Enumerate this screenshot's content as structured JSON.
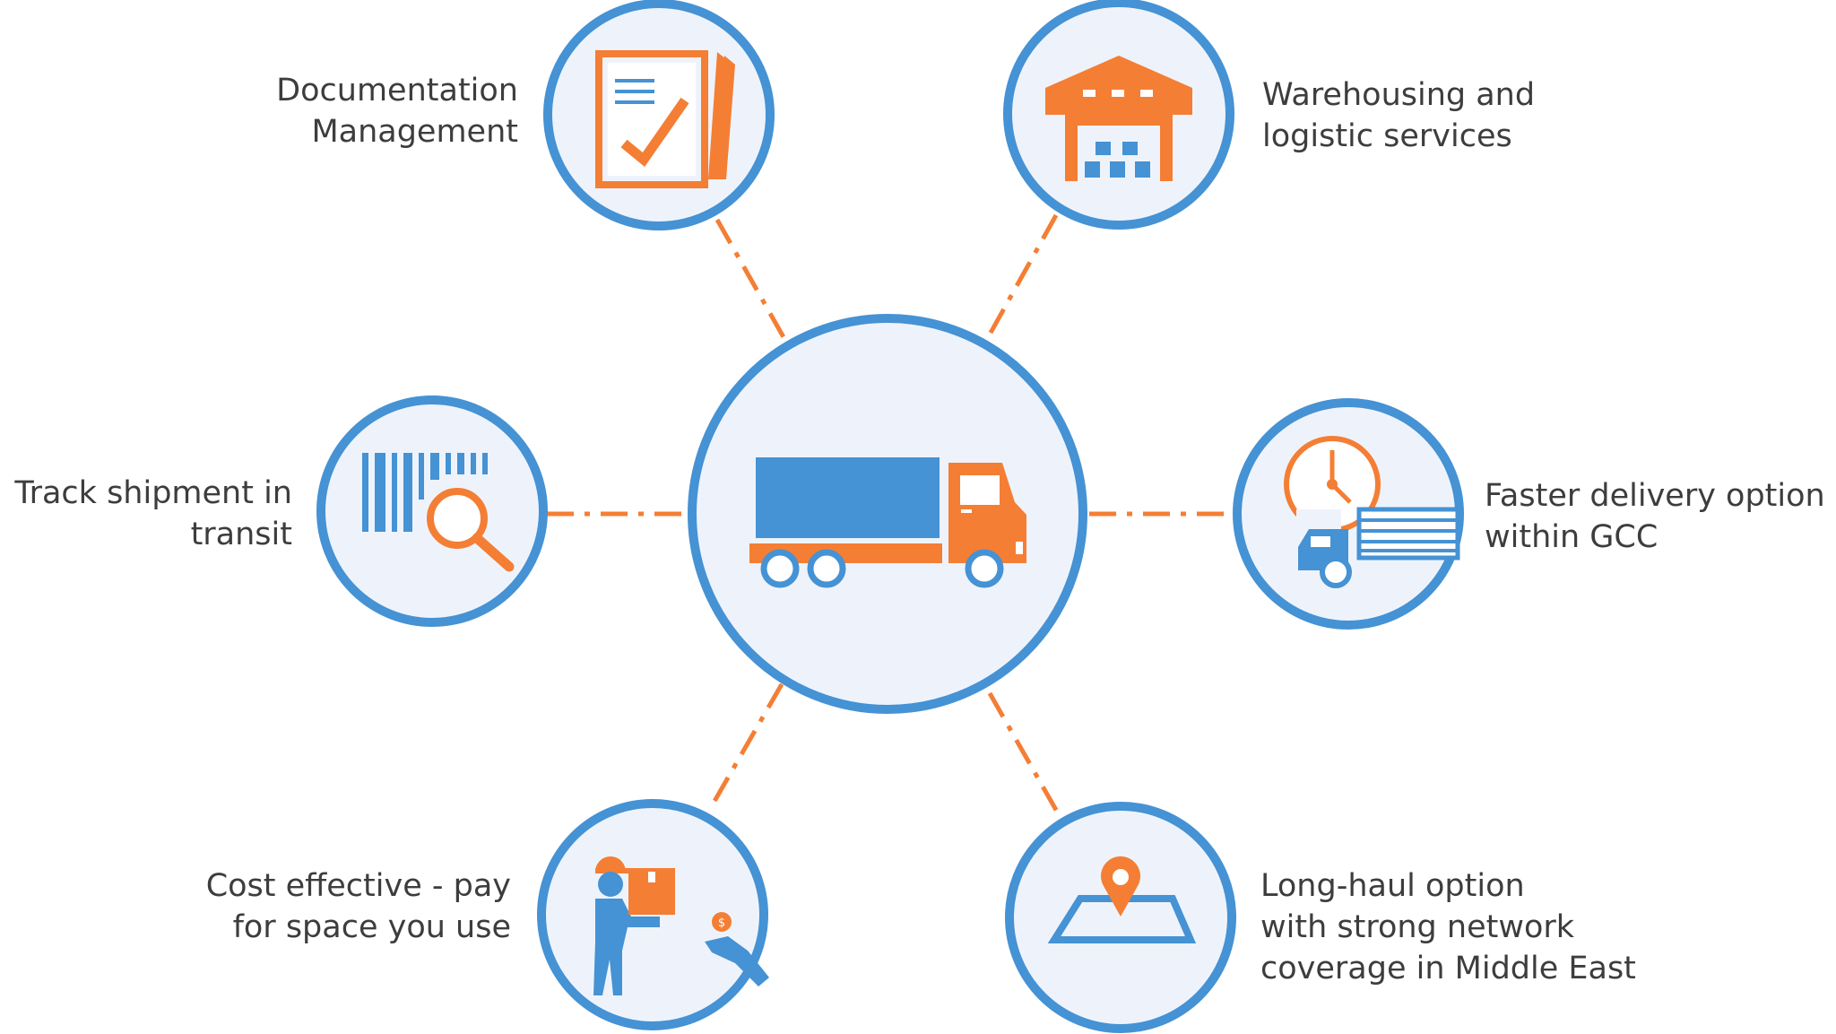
{
  "colors": {
    "ring": "#4592D4",
    "fill": "#EEF3FB",
    "accent": "#F47E34",
    "blue": "#4592D4",
    "text": "#3D3D3D"
  },
  "center": {
    "icon": "truck-icon"
  },
  "features": [
    {
      "id": "documentation",
      "icon": "document-check-icon",
      "lines": [
        "Documentation",
        "Management"
      ]
    },
    {
      "id": "warehousing",
      "icon": "warehouse-icon",
      "lines": [
        "Warehousing and",
        "logistic services"
      ]
    },
    {
      "id": "tracking",
      "icon": "barcode-search-icon",
      "lines": [
        "Track shipment in",
        "transit"
      ]
    },
    {
      "id": "faster-delivery",
      "icon": "clock-truck-icon",
      "lines": [
        "Faster delivery option",
        "within GCC"
      ]
    },
    {
      "id": "cost-effective",
      "icon": "courier-payment-icon",
      "lines": [
        "Cost effective - pay",
        "for space you use"
      ]
    },
    {
      "id": "long-haul",
      "icon": "map-pin-icon",
      "lines": [
        "Long-haul option",
        "with strong network",
        "coverage in Middle East"
      ]
    }
  ]
}
